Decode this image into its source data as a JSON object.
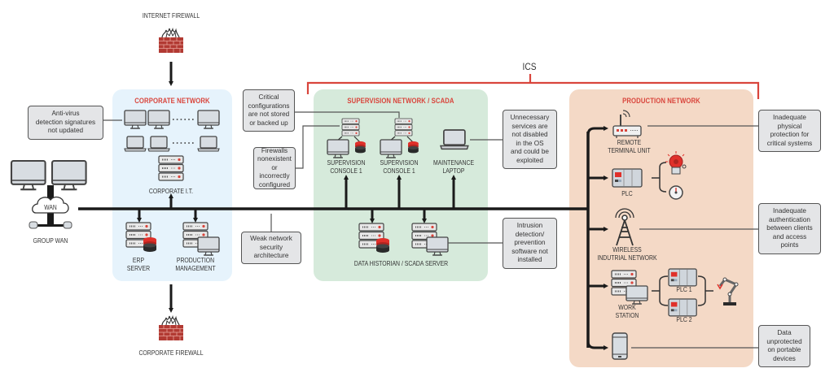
{
  "firewalls": {
    "internet": "INTERNET FIREWALL",
    "corporate": "CORPORATE FIREWALL"
  },
  "ics": {
    "label": "ICS"
  },
  "zones": {
    "corporate": {
      "title": "CORPORATE NETWORK",
      "it_label": "CORPORATE I.T.",
      "erp_label": "ERP\nSERVER",
      "erp_line1": "ERP",
      "erp_line2": "SERVER",
      "prod_mgmt_line1": "PRODUCTION",
      "prod_mgmt_line2": "MANAGEMENT",
      "color": "#e6f3fc"
    },
    "supervision": {
      "title": "SUPERVISION NETWORK / SCADA",
      "console_a_line1": "SUPERVISION",
      "console_a_line2": "CONSOLE 1",
      "console_b_line1": "SUPERVISION",
      "console_b_line2": "CONSOLE 1",
      "laptop_line1": "MAINTENANCE",
      "laptop_line2": "LAPTOP",
      "historian_label": "DATA HISTORIAN / SCADA SERVER",
      "color": "#d6eadb"
    },
    "production": {
      "title": "PRODUCTION NETWORK",
      "rtu_line1": "REMOTE",
      "rtu_line2": "TERMINAL UNIT",
      "plc_label": "PLC",
      "wireless_line1": "WIRELESS",
      "wireless_line2": "INDUTRIAL NETWORK",
      "workstation_line1": "WORK",
      "workstation_line2": "STATION",
      "plc1_label": "PLC 1",
      "plc2_label": "PLC 2",
      "color": "#f4d9c6"
    }
  },
  "group_wan": {
    "cloud_label": "WAN",
    "label": "GROUP WAN"
  },
  "callouts": {
    "antivirus": [
      "Anti-virus",
      "detection signatures",
      "not updated"
    ],
    "critical_config": [
      "Critical",
      "configurations",
      "are not stored",
      "or backed up"
    ],
    "firewalls": [
      "Firewalls",
      "nonexistent",
      "or incorrectly",
      "configured"
    ],
    "weak_network": [
      "Weak network",
      "security",
      "architecture"
    ],
    "unnecessary_services": [
      "Unnecessary",
      "services are",
      "not disabled",
      "in the OS",
      "and could be",
      "exploited"
    ],
    "intrusion": [
      "Intrusion",
      "detection/",
      "prevention",
      "software not",
      "installed"
    ],
    "physical_protection": [
      "Inadequate",
      "physical",
      "protection for",
      "critical systems"
    ],
    "authentication": [
      "Inadequate",
      "authentication",
      "between clients",
      "and access",
      "points"
    ],
    "portable_data": [
      "Data",
      "unprotected",
      "on portable",
      "devices"
    ]
  },
  "colors": {
    "accent_red": "#d9453c",
    "firewall_brick": "#b23a33",
    "line_dark": "#1a1a1a",
    "callout_fill": "#e4e5e7"
  }
}
